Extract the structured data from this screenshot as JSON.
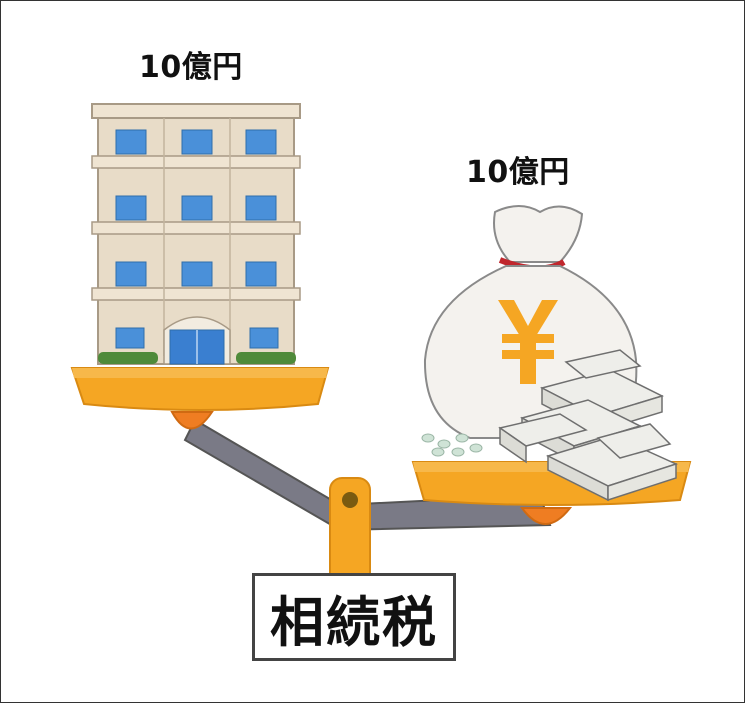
{
  "left_item": {
    "amount_label": "10億円"
  },
  "right_item": {
    "amount_label": "10億円"
  },
  "tax_label": "相続税",
  "icons": [
    "building-icon",
    "money-bag-icon",
    "yen-icon",
    "banknote-stack-icon",
    "balance-scale-icon"
  ],
  "colors": {
    "scale_orange": "#f5a623",
    "scale_arm": "#7a7a86",
    "building_wall": "#e8dcc8",
    "window_blue": "#4a90d9",
    "bag_white": "#f4f2ee",
    "yen_orange": "#f5a623",
    "bag_tie": "#c0272d"
  }
}
